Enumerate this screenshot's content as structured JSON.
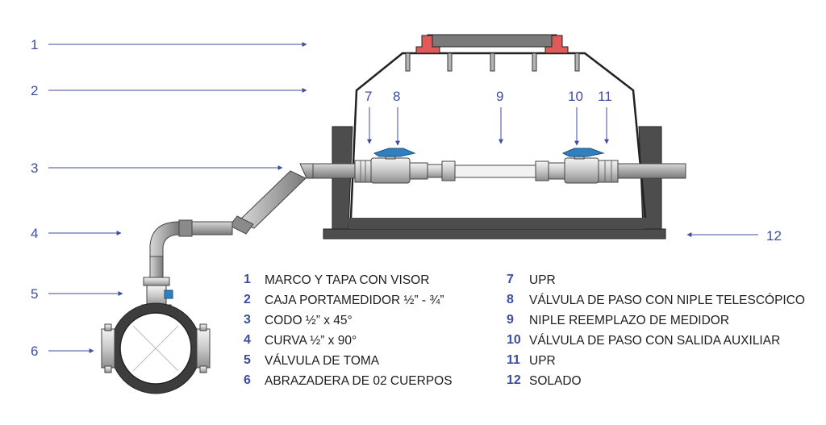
{
  "callouts": [
    "1",
    "2",
    "3",
    "4",
    "5",
    "6",
    "7",
    "8",
    "9",
    "10",
    "11",
    "12"
  ],
  "legend": [
    {
      "num": "1",
      "text": "MARCO Y TAPA CON VISOR"
    },
    {
      "num": "2",
      "text": "CAJA PORTAMEDIDOR ½” - ¾”"
    },
    {
      "num": "3",
      "text": "CODO ½” x 45°"
    },
    {
      "num": "4",
      "text": "CURVA ½” x 90°"
    },
    {
      "num": "5",
      "text": "VÁLVULA DE TOMA"
    },
    {
      "num": "6",
      "text": "ABRAZADERA DE 02 CUERPOS"
    },
    {
      "num": "7",
      "text": "UPR"
    },
    {
      "num": "8",
      "text": "VÁLVULA DE PASO CON NIPLE TELESCÓPICO"
    },
    {
      "num": "9",
      "text": "NIPLE REEMPLAZO DE MEDIDOR"
    },
    {
      "num": "10",
      "text": "VÁLVULA DE PASO CON SALIDA AUXILIAR"
    },
    {
      "num": "11",
      "text": "UPR"
    },
    {
      "num": "12",
      "text": "SOLADO"
    }
  ],
  "colors": {
    "callout": "#3d4ea0",
    "box": "#4d4d4d",
    "pipe": "#9a9a9a",
    "valve_handle": "#2f7fc1",
    "cover_frame": "#e05a5a"
  }
}
